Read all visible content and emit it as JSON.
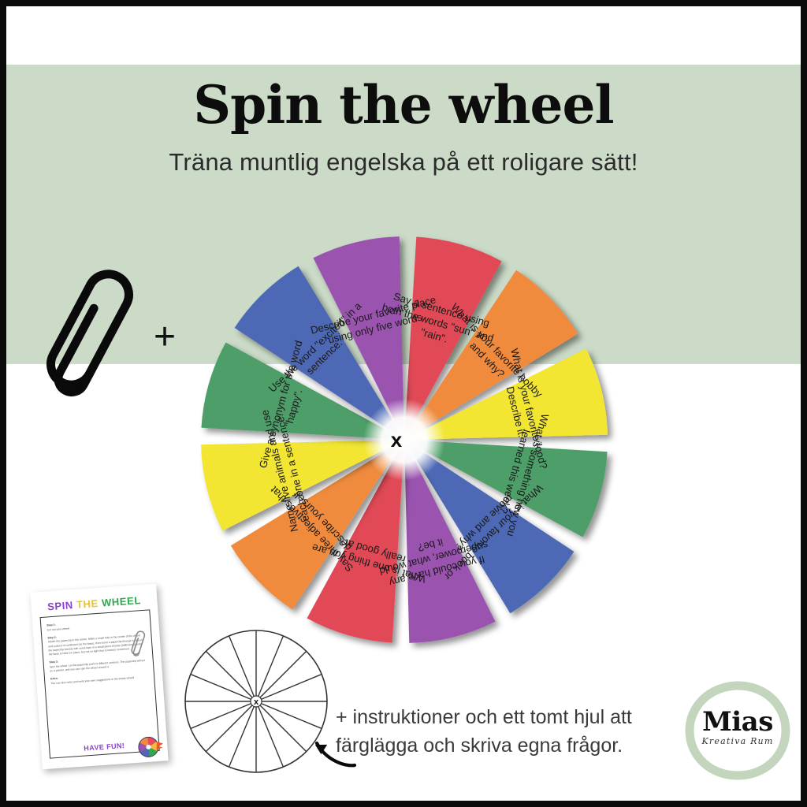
{
  "header": {
    "title": "Spin the wheel",
    "subtitle": "Träna muntlig engelska på ett roligare sätt!"
  },
  "colors": {
    "band_green": "#cbdbc8",
    "red": "#e04a55",
    "orange": "#f08b3c",
    "yellow": "#f2e630",
    "green": "#4e9e68",
    "blue": "#4d69b5",
    "purple": "#9b52b0",
    "logo_ring": "#c3d5bd"
  },
  "wheel": {
    "center_label": "x",
    "segments": [
      {
        "index": 1,
        "color": "#e04a55",
        "lines": [
          "Say a sentence using",
          "both the words \"sun\" and",
          "\"rain\"."
        ]
      },
      {
        "index": 2,
        "color": "#f08b3c",
        "lines": [
          "What is your favorite hobby",
          "and why?"
        ]
      },
      {
        "index": 3,
        "color": "#f2e630",
        "lines": [
          "What is your favorite food?",
          "Describe it."
        ]
      },
      {
        "index": 4,
        "color": "#4e9e68",
        "lines": [
          "What is something new you",
          "learned this week?"
        ]
      },
      {
        "index": 5,
        "color": "#4d69b5",
        "lines": [
          "What is your favorite book or",
          "movie and why?"
        ]
      },
      {
        "index": 6,
        "color": "#9b52b0",
        "lines": [
          "If you could have any",
          "superpower, what would",
          "it be?"
        ]
      },
      {
        "index": 7,
        "color": "#e04a55",
        "lines": [
          "What is one thing you are",
          "really good at?"
        ]
      },
      {
        "index": 8,
        "color": "#f08b3c",
        "lines": [
          "Say three adjectives that",
          "describe yourself."
        ]
      },
      {
        "index": 9,
        "color": "#f2e630",
        "lines": [
          "Name five animals and use",
          "each one in a sentence."
        ]
      },
      {
        "index": 10,
        "color": "#4e9e68",
        "lines": [
          "Give a synonym for the word",
          "\"happy\"."
        ]
      },
      {
        "index": 11,
        "color": "#4d69b5",
        "lines": [
          "Use the word \"excited\" in a",
          "sentence."
        ]
      },
      {
        "index": 12,
        "color": "#9b52b0",
        "lines": [
          "Describe your favorite place",
          "using only five words."
        ]
      }
    ]
  },
  "sheet": {
    "title_word_1": "SPIN",
    "title_word_2": "THE",
    "title_word_3": "WHEEL",
    "steps": [
      {
        "heading": "Step 1:",
        "body": "Cut out your wheel."
      },
      {
        "heading": "Step 2:",
        "body": "Attach the paperclip in the center. Make a small hole in the center of the wheel and a piece of cardboard (as the base), then insert a paperclip through it. Secure the paperclip loosely with some tape or a small piece of putty (häftmassa) under the base to hold it in place, but not so tight that it restricts movement."
      },
      {
        "heading": "Step 3:",
        "body": "Spin the wheel. Let the paperclip point to different sections. The paperclip will act as a pointer, and you can spin the wheel around it."
      },
      {
        "heading": "Extra:",
        "body": "You can also color and write your own suggestions in the empty wheel!"
      }
    ],
    "footer": "HAVE FUN!"
  },
  "blank_wheel": {
    "center_label": "x",
    "sector_count": 16
  },
  "caption": "+ instruktioner och ett tomt hjul att färglägga och skriva egna frågor.",
  "plus_symbol": "+",
  "logo": {
    "name": "Mias",
    "tagline": "Kreativa Rum"
  }
}
